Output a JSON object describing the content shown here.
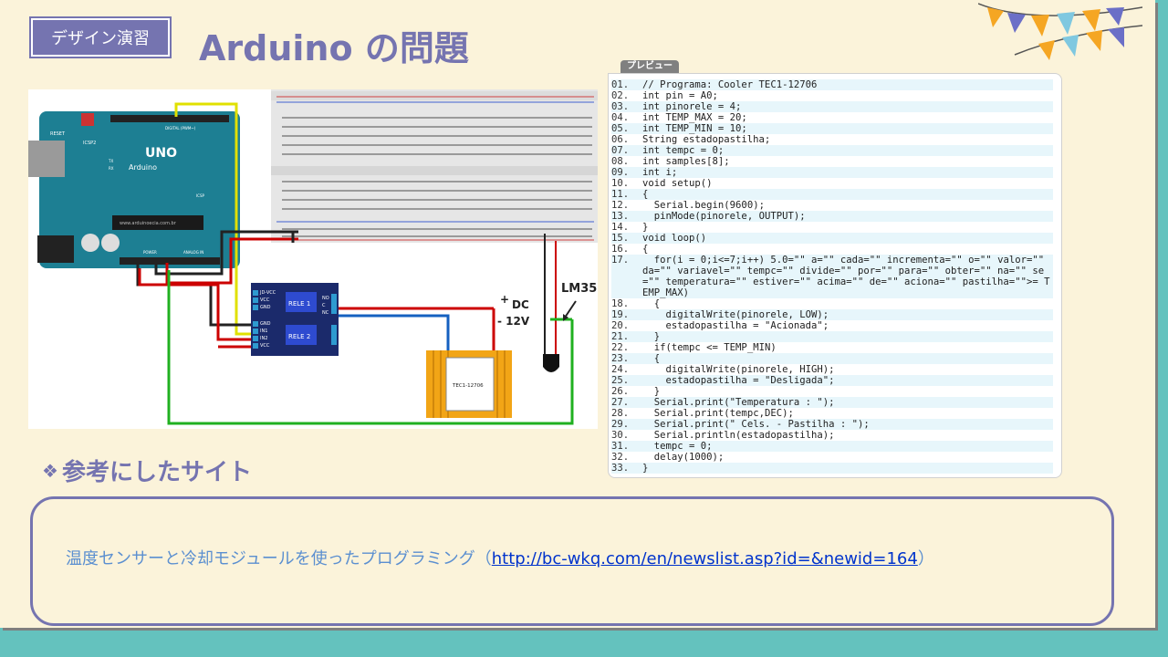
{
  "slide": {
    "tag": "デザイン演習",
    "title": "Arduino の問題",
    "colors": {
      "accent": "#7574b0",
      "background": "#fbf3da",
      "frame": "#64c2be"
    }
  },
  "circuit": {
    "board_labels": [
      "RESET",
      "ICSP2",
      "UNO",
      "Arduino",
      "www.arduinoecia.com.br",
      "DIGITAL (PWM~)",
      "POWER",
      "ANALOG IN",
      "TX",
      "RX",
      "ICSP"
    ],
    "relay_labels": [
      "JD-VCC",
      "VCC",
      "GND",
      "RELE 1",
      "RELE 2",
      "GND",
      "IN1",
      "IN2",
      "VCC",
      "NO",
      "C",
      "NC"
    ],
    "dc_plus": "+",
    "dc_label": "DC",
    "dc_minus": "- 12V",
    "peltier_label": "TEC1-12706",
    "sensor_label": "LM35"
  },
  "preview": {
    "tab": "プレビュー",
    "lines": [
      {
        "n": "01.",
        "t": "// Programa: Cooler TEC1-12706"
      },
      {
        "n": "02.",
        "t": "int pin = A0;"
      },
      {
        "n": "03.",
        "t": "int pinorele = 4;"
      },
      {
        "n": "04.",
        "t": "int TEMP_MAX = 20;"
      },
      {
        "n": "05.",
        "t": "int TEMP_MIN = 10;"
      },
      {
        "n": "06.",
        "t": "String estadopastilha;"
      },
      {
        "n": "07.",
        "t": "int tempc = 0;"
      },
      {
        "n": "08.",
        "t": "int samples[8];"
      },
      {
        "n": "09.",
        "t": "int i;"
      },
      {
        "n": "10.",
        "t": "void setup()"
      },
      {
        "n": "11.",
        "t": "{"
      },
      {
        "n": "12.",
        "t": "  Serial.begin(9600);"
      },
      {
        "n": "13.",
        "t": "  pinMode(pinorele, OUTPUT);"
      },
      {
        "n": "14.",
        "t": "}"
      },
      {
        "n": "15.",
        "t": "void loop()"
      },
      {
        "n": "16.",
        "t": "{"
      },
      {
        "n": "17.",
        "t": "  for(i = 0;i<=7;i++) 5.0=\"\" a=\"\" cada=\"\" incrementa=\"\" o=\"\" valor=\"\" da=\"\" variavel=\"\" tempc=\"\" divide=\"\" por=\"\" para=\"\" obter=\"\" na=\"\" se=\"\" temperatura=\"\" estiver=\"\" acima=\"\" de=\"\" aciona=\"\" pastilha=\"\">= TEMP_MAX)"
      },
      {
        "n": "18.",
        "t": "  {"
      },
      {
        "n": "19.",
        "t": "    digitalWrite(pinorele, LOW);"
      },
      {
        "n": "20.",
        "t": "    estadopastilha = \"Acionada\";"
      },
      {
        "n": "21.",
        "t": "  }"
      },
      {
        "n": "22.",
        "t": "  if(tempc <= TEMP_MIN)"
      },
      {
        "n": "23.",
        "t": "  {"
      },
      {
        "n": "24.",
        "t": "    digitalWrite(pinorele, HIGH);"
      },
      {
        "n": "25.",
        "t": "    estadopastilha = \"Desligada\";"
      },
      {
        "n": "26.",
        "t": "  }"
      },
      {
        "n": "27.",
        "t": "  Serial.print(\"Temperatura : \");"
      },
      {
        "n": "28.",
        "t": "  Serial.print(tempc,DEC);"
      },
      {
        "n": "29.",
        "t": "  Serial.print(\" Cels. - Pastilha : \");"
      },
      {
        "n": "30.",
        "t": "  Serial.println(estadopastilha);"
      },
      {
        "n": "31.",
        "t": "  tempc = 0;"
      },
      {
        "n": "32.",
        "t": "  delay(1000);"
      },
      {
        "n": "33.",
        "t": "}"
      }
    ]
  },
  "reference": {
    "heading_icon": "diamond-bullet-icon",
    "heading": "参考にしたサイト",
    "text_before": "温度センサーと冷却モジュールを使ったプログラミング（",
    "link": "http://bc-wkq.com/en/newslist.asp?id=&newid=164",
    "text_after": "）"
  }
}
